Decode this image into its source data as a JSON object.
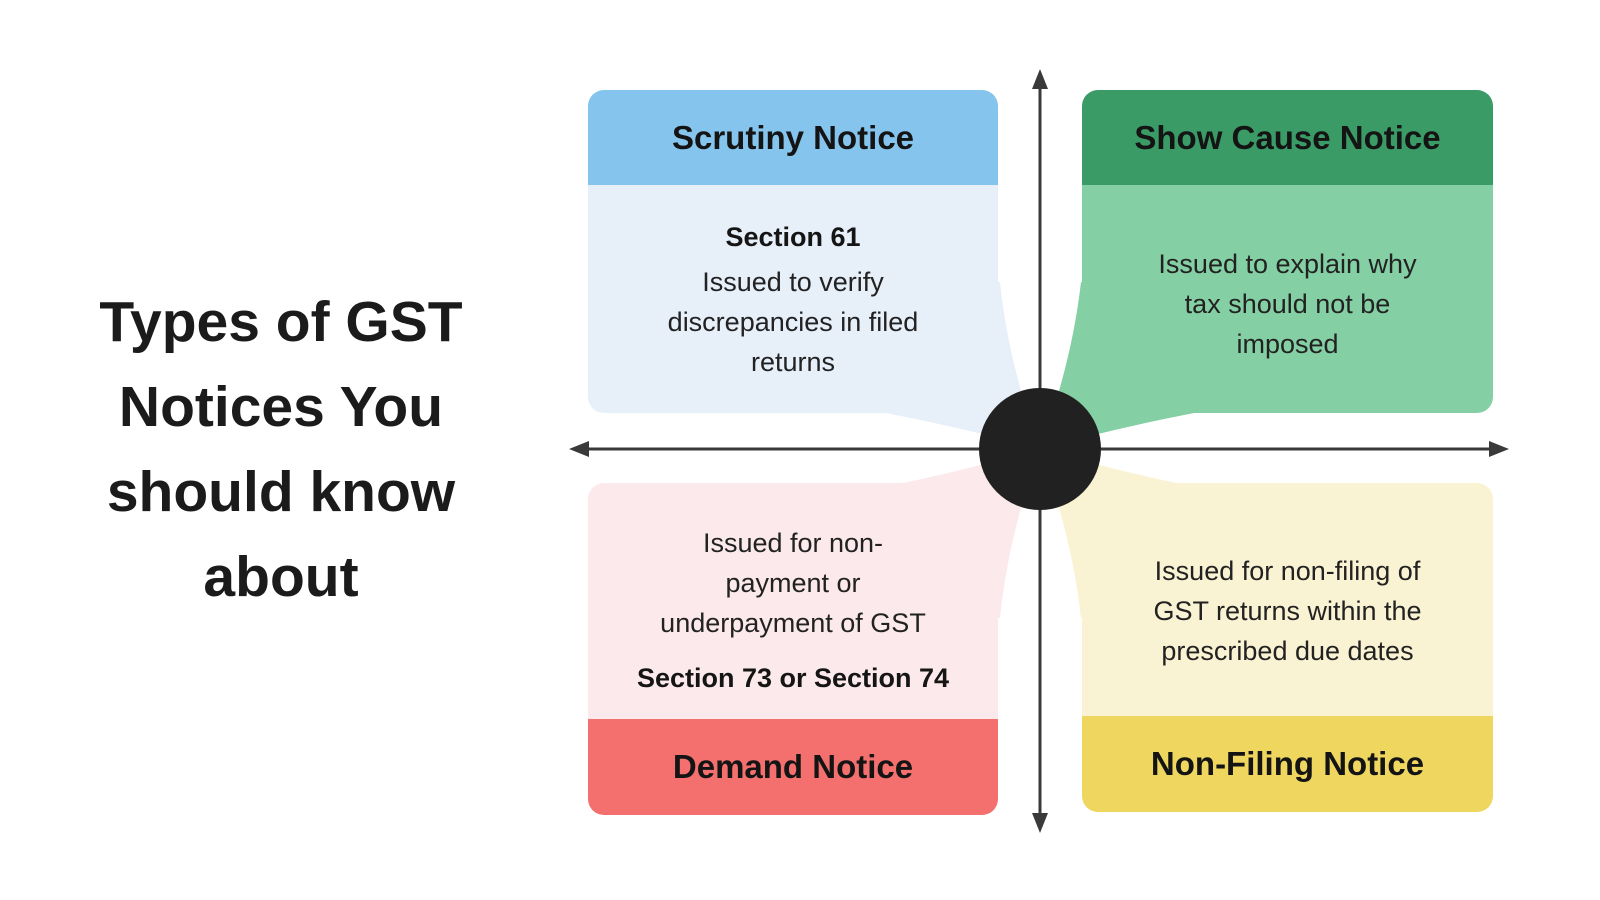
{
  "title": {
    "lines": [
      "Types of GST",
      "Notices You",
      "should know",
      "about"
    ]
  },
  "quadrants": {
    "scrutiny": {
      "header": "Scrutiny Notice",
      "section": "Section 61",
      "body_lines": [
        "Issued to verify",
        "discrepancies in filed",
        "returns"
      ],
      "colors": {
        "header": "#85C4ED",
        "body": "#E7EFF9"
      }
    },
    "show_cause": {
      "header": "Show Cause Notice",
      "body_lines": [
        "Issued to explain why",
        "tax should not be",
        "imposed"
      ],
      "colors": {
        "header": "#3A9B66",
        "body": "#85CFA4"
      }
    },
    "demand": {
      "body_lines": [
        "Issued for non-",
        "payment or",
        "underpayment of GST"
      ],
      "section": "Section 73 or Section 74",
      "footer": "Demand Notice",
      "colors": {
        "footer": "#F3706E",
        "body": "#FCE9EB"
      }
    },
    "non_filing": {
      "body_lines": [
        "Issued for non-filing of",
        "GST returns within the",
        "prescribed due dates"
      ],
      "footer": "Non-Filing Notice",
      "colors": {
        "footer": "#EED65F",
        "body": "#FAF3D3"
      }
    }
  },
  "diagram": {
    "axis_color": "#3A3A3A",
    "hub_color": "#212121",
    "background": "#FFFFFF"
  }
}
